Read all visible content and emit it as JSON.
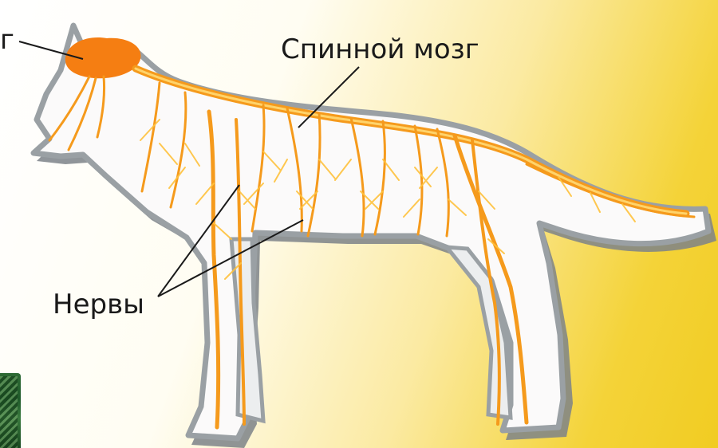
{
  "labels": {
    "brain": "г",
    "spinal_cord": "Спинной мозг",
    "nerves": "Нервы"
  },
  "colors": {
    "nerve_orange": "#f59a1c",
    "nerve_light": "#ffc23d",
    "brain": "#f57e12",
    "body_fill": "#fbfafa",
    "body_outline": "#8f9599",
    "background_yellow": "#f2cd25"
  }
}
